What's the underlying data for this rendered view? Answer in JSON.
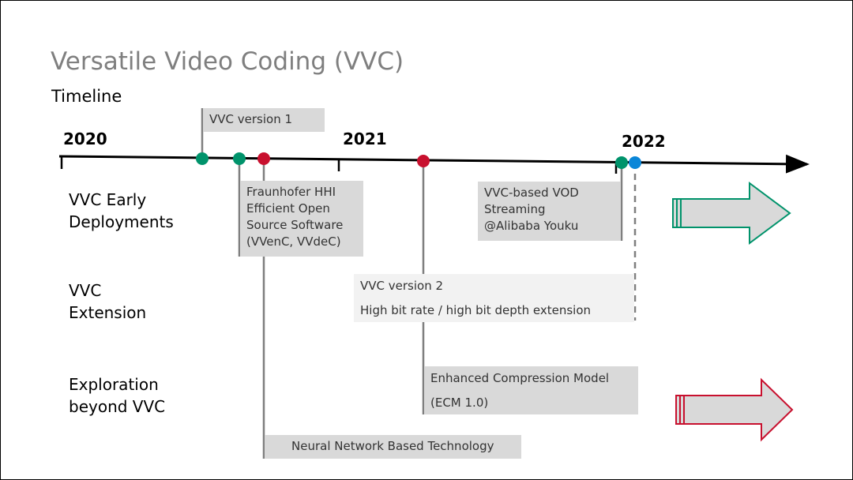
{
  "title": "Versatile Video Coding (VVC)",
  "subtitle": "Timeline",
  "years": [
    "2020",
    "2021",
    "2022"
  ],
  "rows": {
    "early": "VVC Early Deployments",
    "extension": "VVC Extension",
    "exploration": "Exploration beyond VVC"
  },
  "events": {
    "v1": "VVC version 1",
    "hhi": "Fraunhofer HHI Efficient Open Source Software (VVenC, VVdeC)",
    "vod": "VVC-based VOD Streaming @Alibaba Youku",
    "v2_title": "VVC version 2",
    "v2_desc": "High bit rate / high bit depth extension",
    "ecm_title": "Enhanced Compression Model",
    "ecm_sub": "(ECM 1.0)",
    "nn": "Neural Network Based Technology"
  },
  "colors": {
    "green": "#00936b",
    "red": "#c8102e",
    "blue": "#0a86d8",
    "box": "#d9d9d9",
    "box_light": "#f2f2f2"
  }
}
